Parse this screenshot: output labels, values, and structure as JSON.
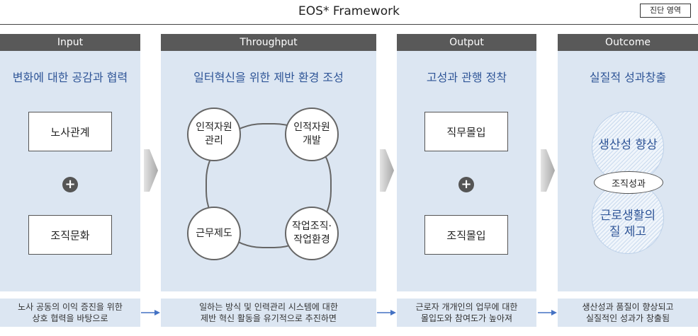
{
  "title": "EOS* Framework",
  "badge": "진단 영역",
  "columns": [
    {
      "header": "Input",
      "subtitle": "변화에 대한 공감과 협력",
      "items": [
        "노사관계",
        "조직문화"
      ],
      "footer": "노사 공동의 이익 증진을 위한\n상호 협력을 바탕으로"
    },
    {
      "header": "Throughput",
      "subtitle": "일터혁신을 위한 제반 환경 조성",
      "items": [
        "인적자원\n관리",
        "인적자원\n개발",
        "근무제도",
        "작업조직·\n작업환경"
      ],
      "footer": "일하는 방식 및 인력관리 시스템에 대한\n제반 혁신 활동을 유기적으로 추진하면"
    },
    {
      "header": "Output",
      "subtitle": "고성과 관행 정착",
      "items": [
        "직무몰입",
        "조직몰입"
      ],
      "footer": "근로자 개개인의 업무에 대한\n몰입도와 참여도가 높아져"
    },
    {
      "header": "Outcome",
      "subtitle": "실질적 성과창출",
      "items": [
        "생산성 향상",
        "조직성과",
        "근로생활의\n질 제고"
      ],
      "footer": "생산성과 품질이 향상되고\n실질적인 성과가 창출됨"
    }
  ],
  "plus_symbol": "+",
  "colors": {
    "header_bg": "#595959",
    "panel_bg": "#dce6f2",
    "accent_text": "#2f5597",
    "arrow": "#4472c4"
  }
}
